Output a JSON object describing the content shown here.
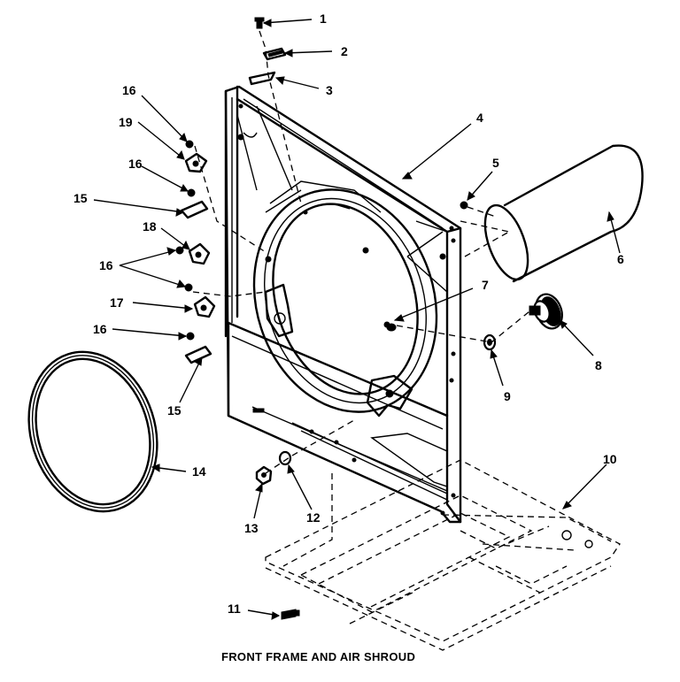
{
  "callouts": {
    "c1": "1",
    "c2": "2",
    "c3": "3",
    "c4": "4",
    "c5": "5",
    "c6": "6",
    "c7": "7",
    "c8": "8",
    "c9": "9",
    "c10": "10",
    "c11": "11",
    "c12": "12",
    "c13": "13",
    "c14": "14",
    "c15a": "15",
    "c15b": "15",
    "c16a": "16",
    "c16b": "16",
    "c16c": "16",
    "c16d": "16",
    "c17": "17",
    "c18": "18",
    "c19": "19"
  },
  "caption": "FRONT FRAME AND AIR SHROUD"
}
